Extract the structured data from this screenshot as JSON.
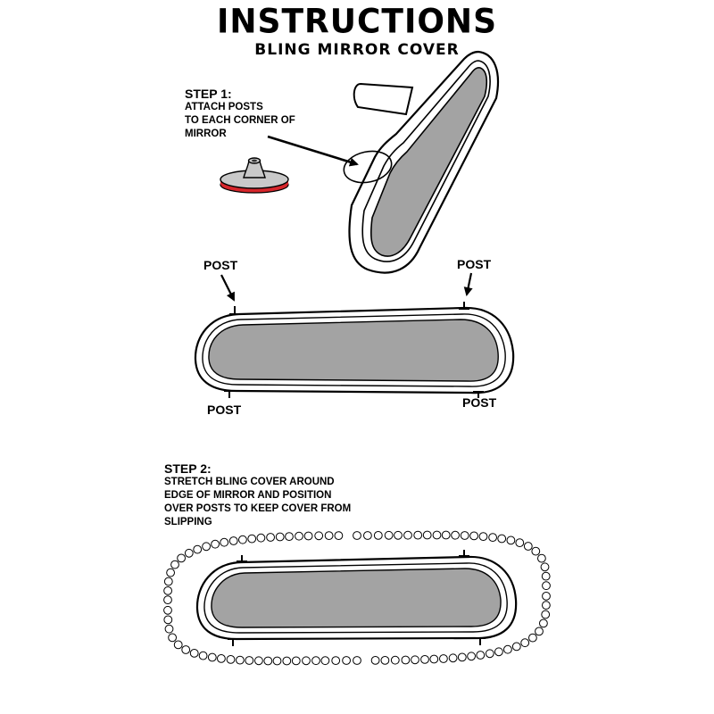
{
  "title": "INSTRUCTIONS",
  "subtitle": "BLING MIRROR COVER",
  "step1": {
    "heading": "STEP 1:",
    "lines": [
      "ATTACH POSTS",
      "TO EACH CORNER OF",
      "MIRROR"
    ]
  },
  "post_labels": {
    "top_left": "POST",
    "top_right": "POST",
    "bottom_left": "POST",
    "bottom_right": "POST"
  },
  "step2": {
    "heading": "STEP 2:",
    "lines": [
      "STRETCH BLING COVER AROUND",
      "EDGE OF MIRROR AND POSITION",
      "OVER POSTS TO KEEP COVER FROM",
      "SLIPPING"
    ]
  },
  "colors": {
    "mirror_glass": "#a3a3a3",
    "post_base": "#c9c9c9",
    "post_adhesive": "#d6262b",
    "outline": "#000000"
  }
}
